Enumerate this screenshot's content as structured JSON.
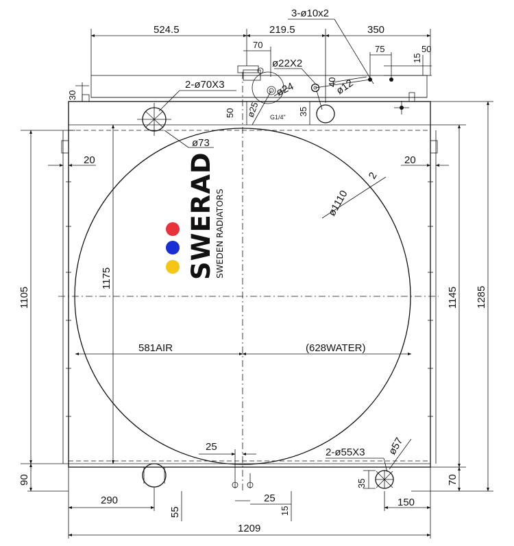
{
  "logo": {
    "name": "SWERAD",
    "tagline": "SWEDEN RADIATORS",
    "dot_colors": [
      "#e8333a",
      "#1a2ed6",
      "#f5c518"
    ]
  },
  "dimensions": {
    "top_524": "524.5",
    "top_219": "219.5",
    "top_350": "350",
    "bolt_holes": "3-ø10x2",
    "d70": "70",
    "d75": "75",
    "d15_top": "15",
    "d50_top": "50",
    "d22": "ø22X2",
    "d40": "40",
    "d12": "ø12",
    "d24": "ø24",
    "d25_dia": "ø25",
    "thread": "G1/4\"",
    "d30": "30",
    "pipe_top": "2-ø70X3",
    "d50_left": "50",
    "d35_top": "35",
    "d73": "ø73",
    "d20_left": "20",
    "d20_right": "20",
    "d2": "2",
    "d1110": "ø1110",
    "d1105": "1105",
    "d1175": "1175",
    "d1145": "1145",
    "d1285": "1285",
    "air": "581AIR",
    "water": "(628WATER)",
    "d25_mid": "25",
    "pipe_bottom": "2-ø55X3",
    "d57": "ø57",
    "d90": "90",
    "d70_right": "70",
    "d35_bottom": "35",
    "d150": "150",
    "d290": "290",
    "d55": "55",
    "d25_bottom": "25",
    "d15_bottom": "15",
    "d1209": "1209"
  }
}
